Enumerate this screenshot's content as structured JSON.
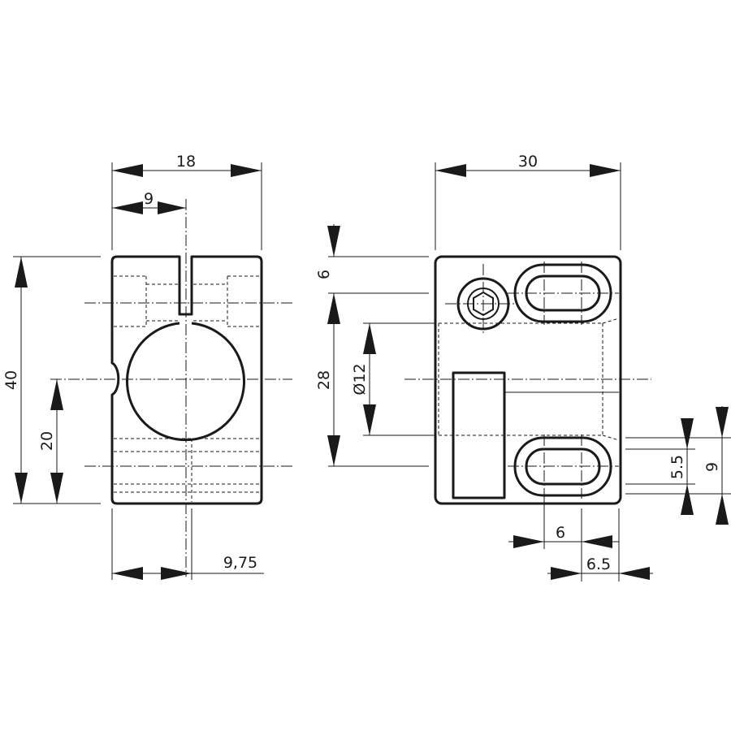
{
  "front_view": {
    "dimensions": {
      "width_total": "18",
      "width_half": "9",
      "height_total": "40",
      "height_center": "20",
      "offset_bottom": "9,75"
    }
  },
  "side_view": {
    "dimensions": {
      "length_total": "30",
      "top_offset": "6",
      "slot_spacing": "28",
      "bore_diameter": "Ø12",
      "slot_width": "5.5",
      "slot_outer": "9",
      "slot_center_from_edge": "6",
      "slot_length": "6.5"
    }
  }
}
